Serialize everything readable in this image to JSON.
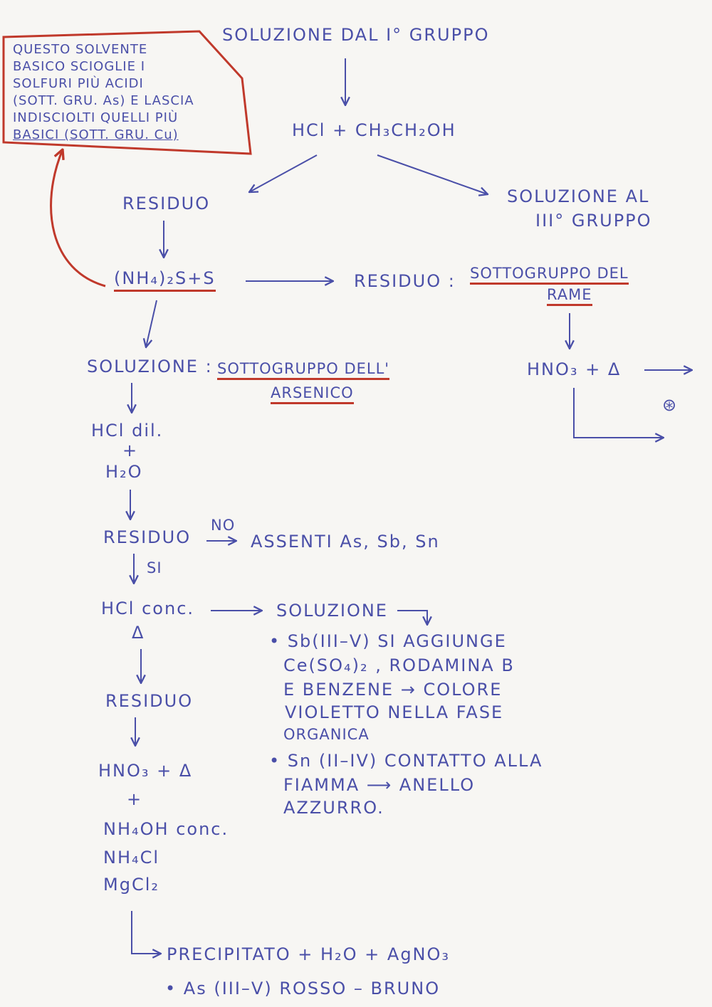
{
  "note": {
    "lines": [
      "QUESTO SOLVENTE",
      "BASICO SCIOGLIE I",
      "SOLFURI PIÙ ACIDI",
      "(SOTT. GRU. As) E LASCIA",
      "INDISCIOLTI QUELLI PIÙ",
      "BASICI (SOTT. GRU. Cu)"
    ]
  },
  "nodes": {
    "start": "SOLUZIONE DAL I° GRUPPO",
    "reagent1": "HCl + CH₃CH₂OH",
    "residue1": "RESIDUO",
    "solution_iii": "SOLUZIONE AL",
    "solution_iii_b": "III° GRUPPO",
    "ammonium_sulfide": "(NH₄)₂S+S",
    "residue_copper": "RESIDUO :",
    "copper_subgroup": "SOTTOGRUPPO DEL",
    "copper_subgroup_b": "RAME",
    "hno3_heat": "HNO₃ + Δ",
    "star": "⊛",
    "solution_as": "SOLUZIONE :",
    "arsenic_subgroup": "SOTTOGRUPPO DELL'",
    "arsenic_subgroup_b": "ARSENICO",
    "hcl_dil": "HCl dil.",
    "plus1": "+",
    "water1": "H₂O",
    "residue2": "RESIDUO",
    "no_label": "NO",
    "absent": "ASSENTI As, Sb, Sn",
    "si_label": "SI",
    "hcl_conc": "HCl conc.",
    "delta": "Δ",
    "solution2": "SOLUZIONE",
    "sb_lines": [
      "• Sb(III–V) SI AGGIUNGE",
      "Ce(SO₄)₂ , RODAMINA B",
      "E BENZENE → COLORE",
      "VIOLETTO NELLA FASE",
      "ORGANICA"
    ],
    "sn_lines": [
      "• Sn (II–IV) CONTATTO ALLA",
      "FIAMMA ⟶ ANELLO",
      "AZZURRO."
    ],
    "residue3": "RESIDUO",
    "hno3_heat2": "HNO₃ + Δ",
    "plus2": "+",
    "nh4oh": "NH₄OH conc.",
    "nh4cl": "NH₄Cl",
    "mgcl2": "MgCl₂",
    "precipitate": "PRECIPITATO + H₂O + AgNO₃",
    "as_result": "• As (III–V) ROSSO – BRUNO"
  },
  "colors": {
    "ink": "#4a4fa8",
    "red": "#c0392b",
    "paper": "#f7f6f3"
  }
}
